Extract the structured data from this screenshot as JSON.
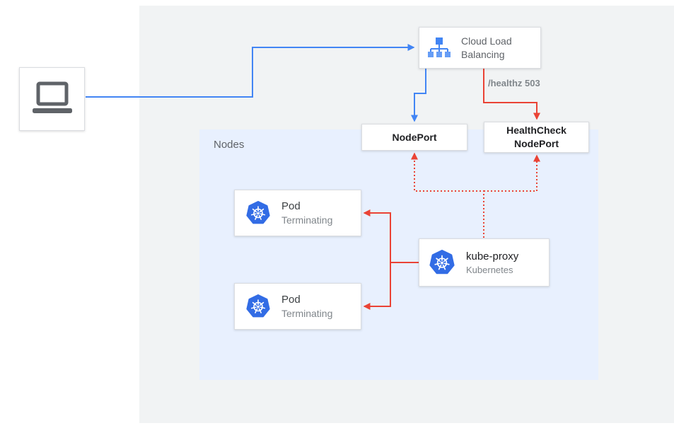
{
  "diagram": {
    "cloud_load_balancing": {
      "label": "Cloud Load Balancing"
    },
    "healthz_badge": "/healthz 503",
    "nodeport": {
      "label": "NodePort"
    },
    "healthcheck_nodeport": {
      "label": "HealthCheck NodePort"
    },
    "nodes_panel": {
      "label": "Nodes"
    },
    "pods": [
      {
        "title": "Pod",
        "status": "Terminating"
      },
      {
        "title": "Pod",
        "status": "Terminating"
      }
    ],
    "kube_proxy": {
      "title": "kube-proxy",
      "subtitle": "Kubernetes"
    },
    "colors": {
      "blue": "#4285f4",
      "red": "#ea4335",
      "kubernetes_blue": "#326ce5",
      "panel_gray": "#f1f3f4",
      "nodes_bg": "#e8f0fe",
      "text_dark": "#202124",
      "text_gray": "#5f6368",
      "text_muted": "#80868b"
    }
  }
}
